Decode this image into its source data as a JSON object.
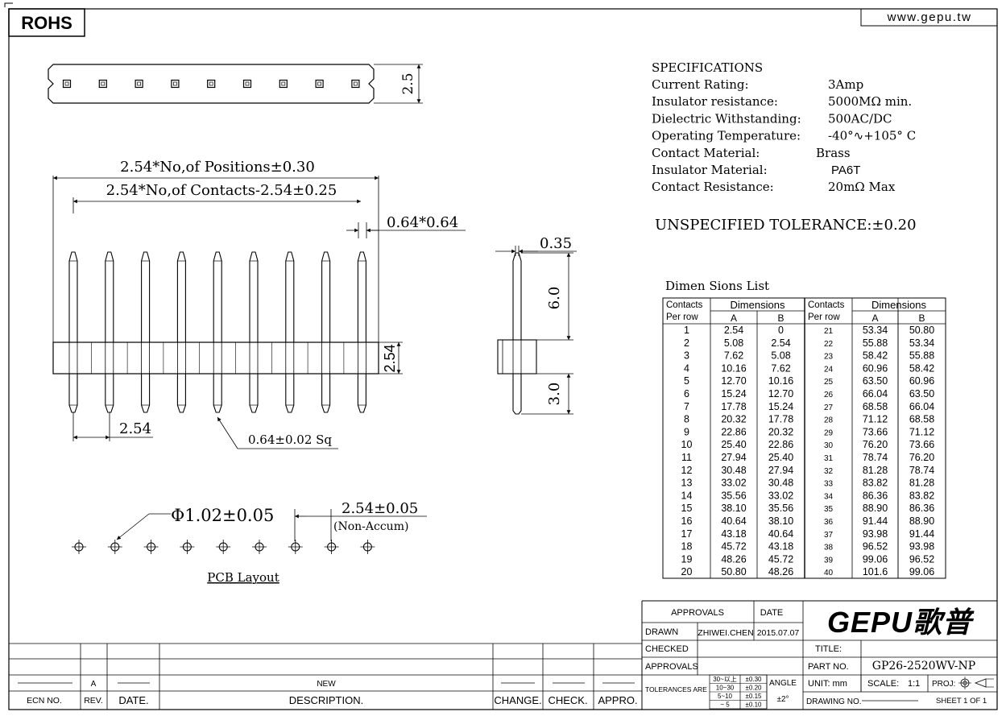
{
  "header": {
    "rohs": "ROHS",
    "website": "www.gepu.tw"
  },
  "dimensions": {
    "top_height": "2.5",
    "positions": "2.54*No,of Positions±0.30",
    "contacts": "2.54*No,of Contacts-2.54±0.25",
    "pin_square": "0.64*0.64",
    "body_height": "2.54",
    "pitch": "2.54",
    "pin_tolerance": "0.64±0.02 Sq",
    "side_thickness": "0.35",
    "upper_pin": "6.0",
    "lower_pin": "3.0",
    "hole": "Φ1.02±0.05",
    "hole_pitch": "2.54±0.05",
    "non_accum": "(Non-Accum)",
    "pcb_layout": "PCB Layout"
  },
  "specs": {
    "title": "SPECIFICATIONS",
    "rows": [
      {
        "label": "Current Rating:",
        "value": "3Amp"
      },
      {
        "label": "Insulator resistance:",
        "value": "5000MΩ  min."
      },
      {
        "label": "Dielectric Withstanding:",
        "value": "500AC/DC"
      },
      {
        "label": "Operating Temperature:",
        "value": "-40°∿+105° C"
      },
      {
        "label": "Contact Material:",
        "value": "Brass"
      },
      {
        "label": "Insulator Material:",
        "value": "PA6T"
      },
      {
        "label": "Contact Resistance:",
        "value": "20mΩ  Max"
      }
    ],
    "tolerance": "UNSPECIFIED TOLERANCE:±0.20"
  },
  "dim_table": {
    "title": "Dimen  Sions   List",
    "h_contacts": "Contacts",
    "h_per_row": "Per row",
    "h_dimensions": "Dimensions",
    "h_a": "A",
    "h_b": "B",
    "left": [
      [
        "1",
        "2.54",
        "0"
      ],
      [
        "2",
        "5.08",
        "2.54"
      ],
      [
        "3",
        "7.62",
        "5.08"
      ],
      [
        "4",
        "10.16",
        "7.62"
      ],
      [
        "5",
        "12.70",
        "10.16"
      ],
      [
        "6",
        "15.24",
        "12.70"
      ],
      [
        "7",
        "17.78",
        "15.24"
      ],
      [
        "8",
        "20.32",
        "17.78"
      ],
      [
        "9",
        "22.86",
        "20.32"
      ],
      [
        "10",
        "25.40",
        "22.86"
      ],
      [
        "11",
        "27.94",
        "25.40"
      ],
      [
        "12",
        "30.48",
        "27.94"
      ],
      [
        "13",
        "33.02",
        "30.48"
      ],
      [
        "14",
        "35.56",
        "33.02"
      ],
      [
        "15",
        "38.10",
        "35.56"
      ],
      [
        "16",
        "40.64",
        "38.10"
      ],
      [
        "17",
        "43.18",
        "40.64"
      ],
      [
        "18",
        "45.72",
        "43.18"
      ],
      [
        "19",
        "48.26",
        "45.72"
      ],
      [
        "20",
        "50.80",
        "48.26"
      ]
    ],
    "right": [
      [
        "21",
        "53.34",
        "50.80"
      ],
      [
        "22",
        "55.88",
        "53.34"
      ],
      [
        "23",
        "58.42",
        "55.88"
      ],
      [
        "24",
        "60.96",
        "58.42"
      ],
      [
        "25",
        "63.50",
        "60.96"
      ],
      [
        "26",
        "66.04",
        "63.50"
      ],
      [
        "27",
        "68.58",
        "66.04"
      ],
      [
        "28",
        "71.12",
        "68.58"
      ],
      [
        "29",
        "73.66",
        "71.12"
      ],
      [
        "30",
        "76.20",
        "73.66"
      ],
      [
        "31",
        "78.74",
        "76.20"
      ],
      [
        "32",
        "81.28",
        "78.74"
      ],
      [
        "33",
        "83.82",
        "81.28"
      ],
      [
        "34",
        "86.36",
        "83.82"
      ],
      [
        "35",
        "88.90",
        "86.36"
      ],
      [
        "36",
        "91.44",
        "88.90"
      ],
      [
        "37",
        "93.98",
        "91.44"
      ],
      [
        "38",
        "96.52",
        "93.98"
      ],
      [
        "39",
        "99.06",
        "96.52"
      ],
      [
        "40",
        "101.6",
        "99.06"
      ]
    ]
  },
  "title_block": {
    "approvals_header": "APPROVALS",
    "date_header": "DATE",
    "drawn_label": "DRAWN",
    "drawn_name": "ZHIWEI.CHEN",
    "drawn_date": "2015.07.07",
    "checked_label": "CHECKED",
    "approvals_label": "APPROVALS",
    "tolerances_label": "TOLERANCES ARE",
    "tol_ranges": [
      "30~以上",
      "10~30",
      "5~10",
      "~ 5"
    ],
    "tol_values": [
      "±0.30",
      "±0.20",
      "±0.15",
      "±0.10"
    ],
    "angle_label": "ANGLE",
    "angle_value": "±2°",
    "logo": "GEPU歌普",
    "title_label": "TITLE:",
    "part_no_label": "PART NO.",
    "part_no": "GP26-2520WV-NP",
    "unit_label": "UNIT: mm",
    "scale_label": "SCALE:",
    "scale_value": "1:1",
    "proj_label": "PROJ:",
    "drawing_no_label": "DRAWING NO.",
    "sheet": "SHEET  1  OF  1"
  },
  "revision": {
    "rev_value": "A",
    "description_value": "NEW",
    "headers": [
      "ECN NO.",
      "REV.",
      "DATE.",
      "DESCRIPTION.",
      "CHANGE.",
      "CHECK.",
      "APPRO."
    ]
  }
}
